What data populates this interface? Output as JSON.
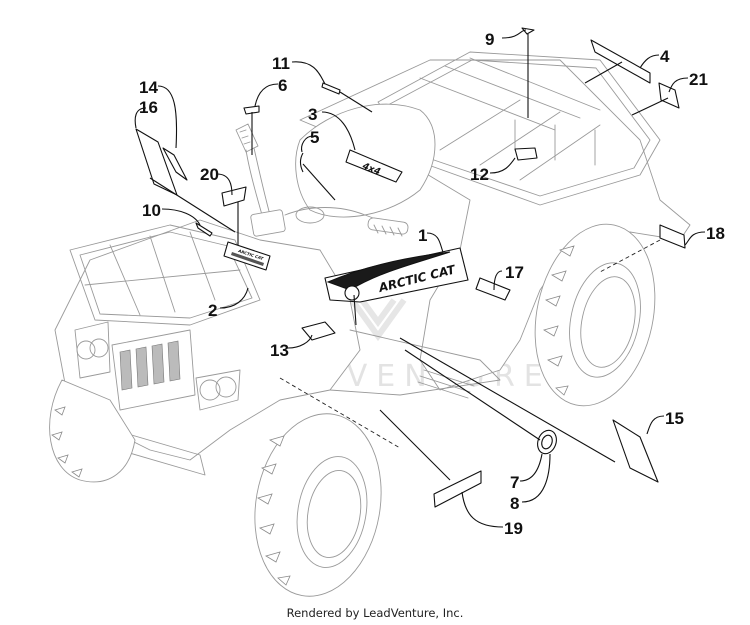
{
  "diagram": {
    "subject": "ATV decals exploded parts diagram",
    "watermark": "LEADVENTURE",
    "footer": "Rendered by LeadVenture, Inc.",
    "decal_text": {
      "brand_side": "ARCTIC CAT",
      "badge_4x4": "4x4",
      "front_badge": "ARCTIC CAT"
    },
    "callouts": [
      {
        "id": "1",
        "label": "1"
      },
      {
        "id": "2",
        "label": "2"
      },
      {
        "id": "3",
        "label": "3"
      },
      {
        "id": "4",
        "label": "4"
      },
      {
        "id": "5",
        "label": "5"
      },
      {
        "id": "6",
        "label": "6"
      },
      {
        "id": "7",
        "label": "7"
      },
      {
        "id": "8",
        "label": "8"
      },
      {
        "id": "9",
        "label": "9"
      },
      {
        "id": "10",
        "label": "10"
      },
      {
        "id": "11",
        "label": "11"
      },
      {
        "id": "12",
        "label": "12"
      },
      {
        "id": "13",
        "label": "13"
      },
      {
        "id": "14",
        "label": "14"
      },
      {
        "id": "15",
        "label": "15"
      },
      {
        "id": "16",
        "label": "16"
      },
      {
        "id": "17",
        "label": "17"
      },
      {
        "id": "18",
        "label": "18"
      },
      {
        "id": "19",
        "label": "19"
      },
      {
        "id": "20",
        "label": "20"
      },
      {
        "id": "21",
        "label": "21"
      }
    ]
  }
}
